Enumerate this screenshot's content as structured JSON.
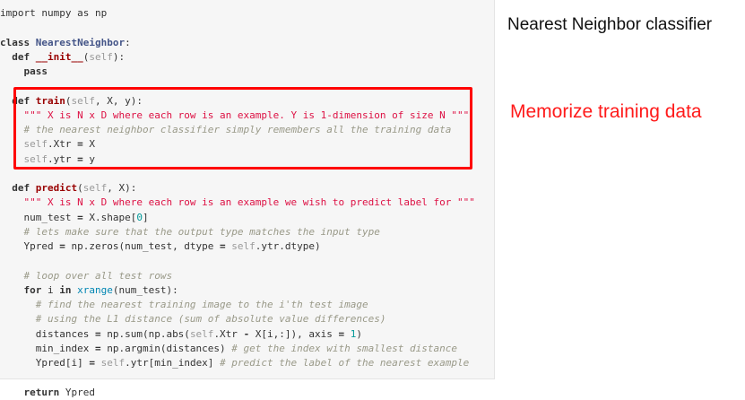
{
  "title": "Nearest Neighbor classifier",
  "annotation": "Memorize training data",
  "accent_color": "#ff0000",
  "code_lines": [
    [
      {
        "t": "plain",
        "v": "import numpy as np"
      }
    ],
    [],
    [
      {
        "t": "kw",
        "v": "class "
      },
      {
        "t": "cls",
        "v": "NearestNeighbor"
      },
      {
        "t": "plain",
        "v": ":"
      }
    ],
    [
      {
        "t": "plain",
        "v": "  "
      },
      {
        "t": "kw",
        "v": "def "
      },
      {
        "t": "fn",
        "v": "__init__"
      },
      {
        "t": "plain",
        "v": "("
      },
      {
        "t": "self",
        "v": "self"
      },
      {
        "t": "plain",
        "v": "):"
      }
    ],
    [
      {
        "t": "plain",
        "v": "    "
      },
      {
        "t": "kw",
        "v": "pass"
      }
    ],
    [],
    [
      {
        "t": "plain",
        "v": "  "
      },
      {
        "t": "kw",
        "v": "def "
      },
      {
        "t": "fn",
        "v": "train"
      },
      {
        "t": "plain",
        "v": "("
      },
      {
        "t": "self",
        "v": "self"
      },
      {
        "t": "plain",
        "v": ", X, y):"
      }
    ],
    [
      {
        "t": "plain",
        "v": "    "
      },
      {
        "t": "str",
        "v": "\"\"\" X is N x D where each row is an example. Y is 1-dimension of size N \"\"\""
      }
    ],
    [
      {
        "t": "plain",
        "v": "    "
      },
      {
        "t": "cmt",
        "v": "# the nearest neighbor classifier simply remembers all the training data"
      }
    ],
    [
      {
        "t": "plain",
        "v": "    "
      },
      {
        "t": "self",
        "v": "self"
      },
      {
        "t": "plain",
        "v": ".Xtr "
      },
      {
        "t": "op",
        "v": "="
      },
      {
        "t": "plain",
        "v": " X"
      }
    ],
    [
      {
        "t": "plain",
        "v": "    "
      },
      {
        "t": "self",
        "v": "self"
      },
      {
        "t": "plain",
        "v": ".ytr "
      },
      {
        "t": "op",
        "v": "="
      },
      {
        "t": "plain",
        "v": " y"
      }
    ],
    [],
    [
      {
        "t": "plain",
        "v": "  "
      },
      {
        "t": "kw",
        "v": "def "
      },
      {
        "t": "fn",
        "v": "predict"
      },
      {
        "t": "plain",
        "v": "("
      },
      {
        "t": "self",
        "v": "self"
      },
      {
        "t": "plain",
        "v": ", X):"
      }
    ],
    [
      {
        "t": "plain",
        "v": "    "
      },
      {
        "t": "str",
        "v": "\"\"\" X is N x D where each row is an example we wish to predict label for \"\"\""
      }
    ],
    [
      {
        "t": "plain",
        "v": "    num_test "
      },
      {
        "t": "op",
        "v": "="
      },
      {
        "t": "plain",
        "v": " X.shape["
      },
      {
        "t": "num",
        "v": "0"
      },
      {
        "t": "plain",
        "v": "]"
      }
    ],
    [
      {
        "t": "plain",
        "v": "    "
      },
      {
        "t": "cmt",
        "v": "# lets make sure that the output type matches the input type"
      }
    ],
    [
      {
        "t": "plain",
        "v": "    Ypred "
      },
      {
        "t": "op",
        "v": "="
      },
      {
        "t": "plain",
        "v": " np.zeros(num_test, dtype "
      },
      {
        "t": "op",
        "v": "="
      },
      {
        "t": "plain",
        "v": " "
      },
      {
        "t": "self",
        "v": "self"
      },
      {
        "t": "plain",
        "v": ".ytr.dtype)"
      }
    ],
    [],
    [
      {
        "t": "plain",
        "v": "    "
      },
      {
        "t": "cmt",
        "v": "# loop over all test rows"
      }
    ],
    [
      {
        "t": "plain",
        "v": "    "
      },
      {
        "t": "kw",
        "v": "for"
      },
      {
        "t": "plain",
        "v": " i "
      },
      {
        "t": "kw",
        "v": "in"
      },
      {
        "t": "plain",
        "v": " "
      },
      {
        "t": "bi",
        "v": "xrange"
      },
      {
        "t": "plain",
        "v": "(num_test):"
      }
    ],
    [
      {
        "t": "plain",
        "v": "      "
      },
      {
        "t": "cmt",
        "v": "# find the nearest training image to the i'th test image"
      }
    ],
    [
      {
        "t": "plain",
        "v": "      "
      },
      {
        "t": "cmt",
        "v": "# using the L1 distance (sum of absolute value differences)"
      }
    ],
    [
      {
        "t": "plain",
        "v": "      distances "
      },
      {
        "t": "op",
        "v": "="
      },
      {
        "t": "plain",
        "v": " np.sum(np.abs("
      },
      {
        "t": "self",
        "v": "self"
      },
      {
        "t": "plain",
        "v": ".Xtr "
      },
      {
        "t": "op",
        "v": "-"
      },
      {
        "t": "plain",
        "v": " X[i,:]), axis "
      },
      {
        "t": "op",
        "v": "="
      },
      {
        "t": "plain",
        "v": " "
      },
      {
        "t": "num",
        "v": "1"
      },
      {
        "t": "plain",
        "v": ")"
      }
    ],
    [
      {
        "t": "plain",
        "v": "      min_index "
      },
      {
        "t": "op",
        "v": "="
      },
      {
        "t": "plain",
        "v": " np.argmin(distances) "
      },
      {
        "t": "cmt",
        "v": "# get the index with smallest distance"
      }
    ],
    [
      {
        "t": "plain",
        "v": "      Ypred[i] "
      },
      {
        "t": "op",
        "v": "="
      },
      {
        "t": "plain",
        "v": " "
      },
      {
        "t": "self",
        "v": "self"
      },
      {
        "t": "plain",
        "v": ".ytr[min_index] "
      },
      {
        "t": "cmt",
        "v": "# predict the label of the nearest example"
      }
    ],
    [],
    [
      {
        "t": "plain",
        "v": "    "
      },
      {
        "t": "kw",
        "v": "return"
      },
      {
        "t": "plain",
        "v": " Ypred"
      }
    ]
  ]
}
